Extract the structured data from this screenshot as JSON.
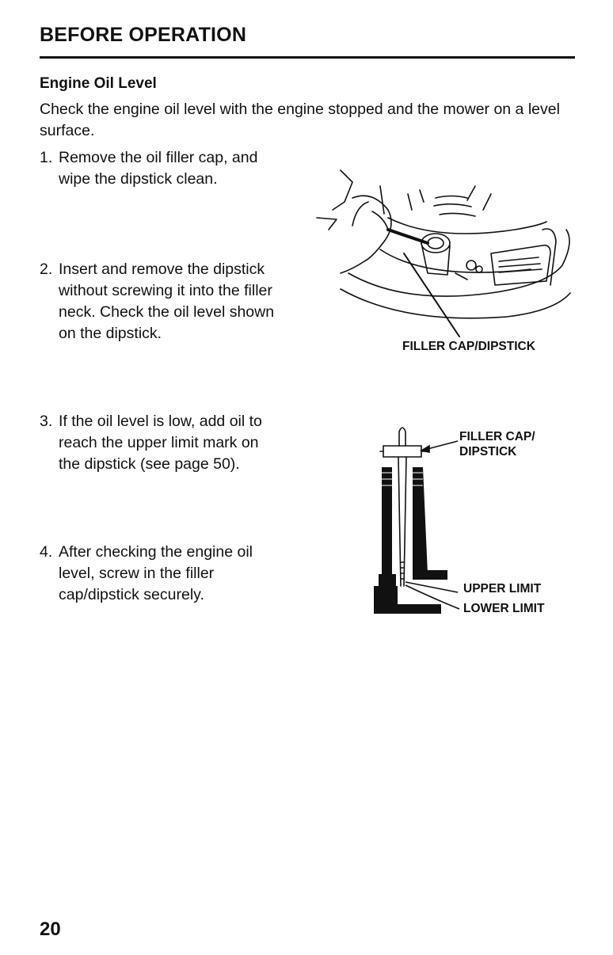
{
  "header": {
    "section_title": "BEFORE OPERATION",
    "sub_title": "Engine Oil Level"
  },
  "intro": "Check the engine oil level with the engine stopped and the mower on a level surface.",
  "steps": [
    {
      "number": "1.",
      "text": "Remove the oil filler cap, and\nwipe the dipstick clean."
    },
    {
      "number": "2.",
      "text": "Insert and remove the dipstick\nwithout screwing it into the filler\nneck. Check the oil level shown\non the dipstick."
    },
    {
      "number": "3.",
      "text": "If the oil level is low, add oil to\nreach the upper limit mark on\nthe dipstick (see page 50)."
    },
    {
      "number": "4.",
      "text": "After checking the engine oil\nlevel, screw in the filler\ncap/dipstick securely."
    }
  ],
  "figure1": {
    "label": "FILLER CAP/DIPSTICK"
  },
  "figure2": {
    "cap_label": "FILLER CAP/\nDIPSTICK",
    "upper_label": "UPPER LIMIT",
    "lower_label": "LOWER LIMIT"
  },
  "page_number": "20"
}
